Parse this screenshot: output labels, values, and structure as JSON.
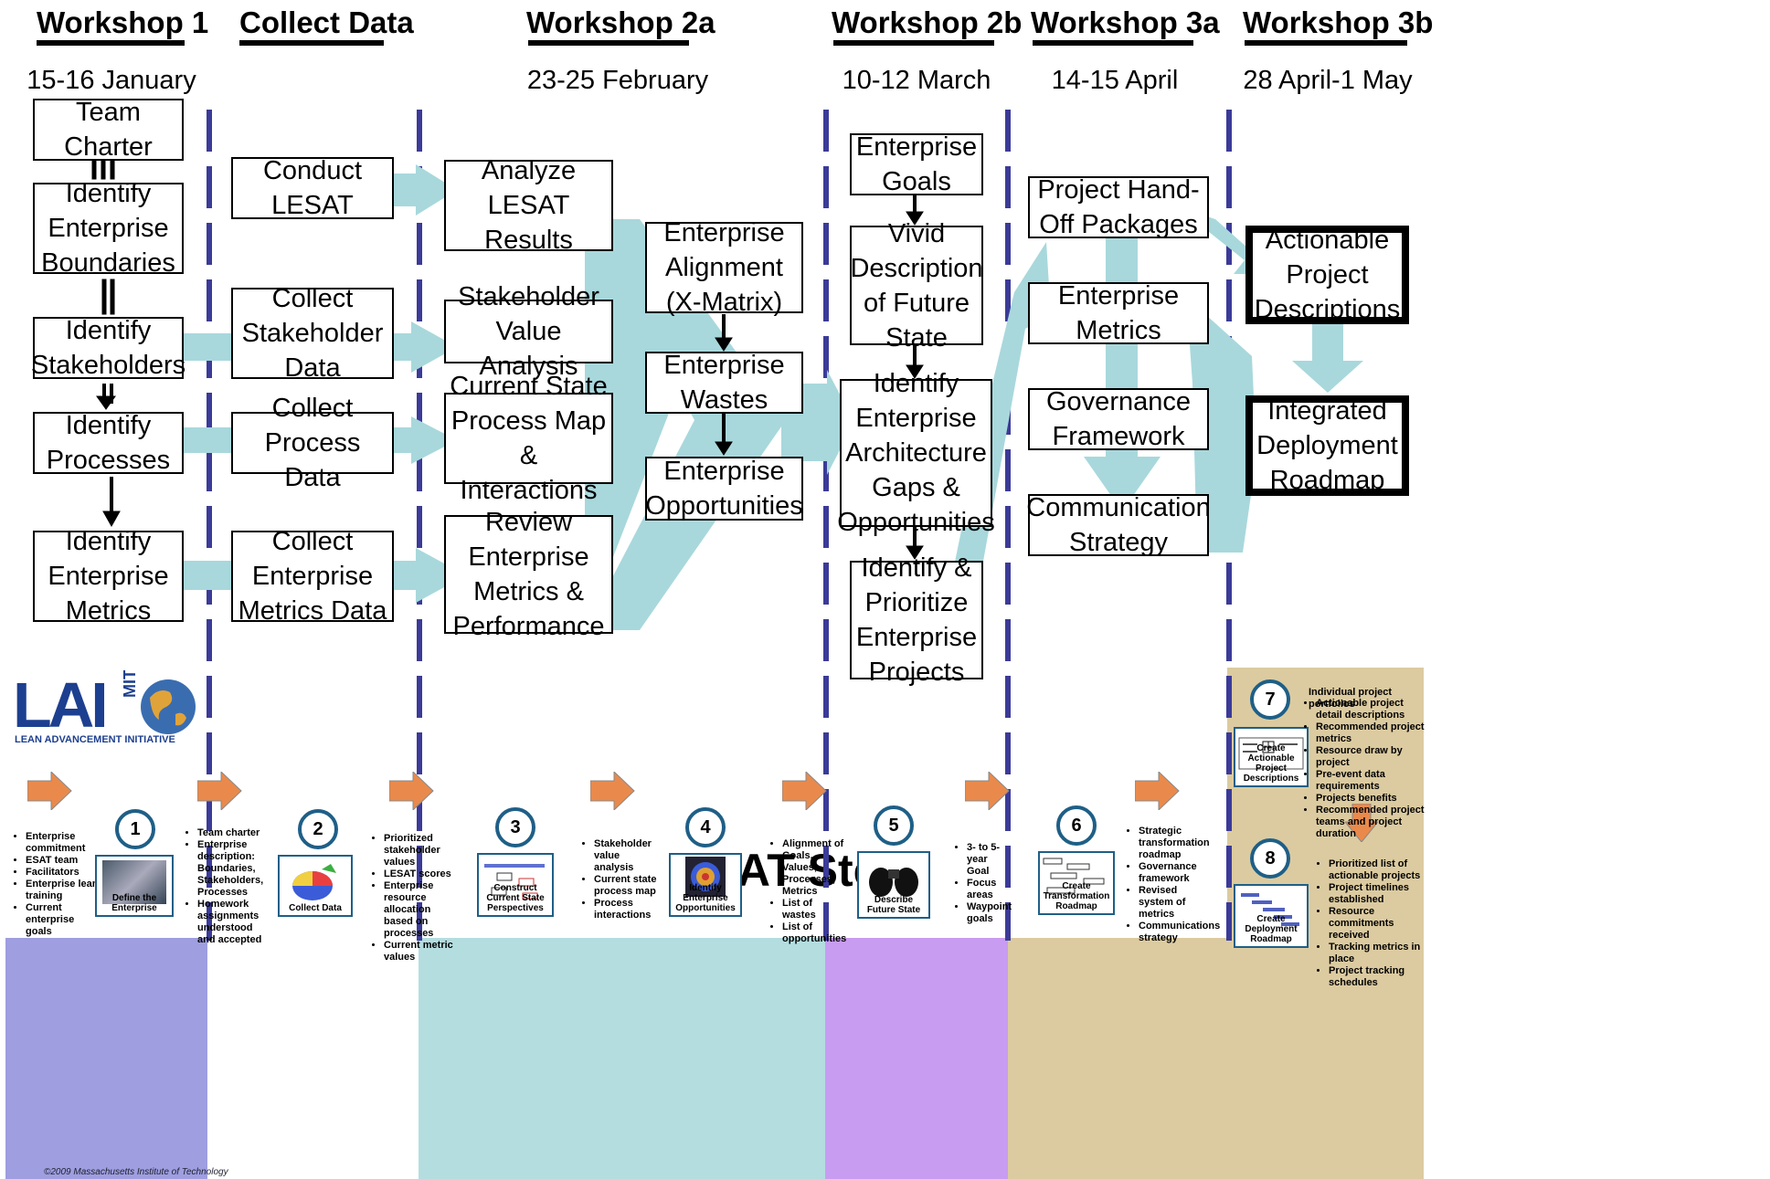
{
  "phases": [
    {
      "title": "Workshop 1",
      "date": "15-16 January"
    },
    {
      "title": "Collect Data",
      "date": ""
    },
    {
      "title": "Workshop 2a",
      "date": "23-25 February"
    },
    {
      "title": "Workshop 2b",
      "date": "10-12  March"
    },
    {
      "title": "Workshop 3a",
      "date": "14-15 April"
    },
    {
      "title": "Workshop 3b",
      "date": "28 April-1 May"
    }
  ],
  "boxes": {
    "team_charter": "Team\nCharter",
    "identify_boundaries": "Identify\nEnterprise\nBoundaries",
    "identify_stakeholders": "Identify\nStakeholders",
    "identify_processes": "Identify\nProcesses",
    "identify_metrics": "Identify\nEnterprise\nMetrics",
    "conduct_lesat": "Conduct\nLESAT",
    "collect_stakeholder": "Collect\nStakeholder\nData",
    "collect_process": "Collect\nProcess Data",
    "collect_metrics": "Collect\nEnterprise\nMetrics Data",
    "analyze_lesat": "Analyze\nLESAT\nResults",
    "stakeholder_value": "Stakeholder\nValue Analysis",
    "current_state": "Current State\nProcess Map\n& Interactions",
    "review_metrics": "Review\nEnterprise\nMetrics &\nPerformance",
    "alignment": "Enterprise\nAlignment\n(X-Matrix)",
    "wastes": "Enterprise\nWastes",
    "opportunities": "Enterprise\nOpportunities",
    "goals": "Enterprise\nGoals",
    "vivid": "Vivid\nDescription\nof Future\nState",
    "arch_gaps": "Identify\nEnterprise\nArchitecture\nGaps &\nOpportunities",
    "prioritize": "Identify &\nPrioritize\nEnterprise\nProjects",
    "handoff": "Project Hand-\nOff Packages",
    "ent_metrics": "Enterprise\nMetrics",
    "governance": "Governance\nFramework",
    "communication": "Communication\nStrategy",
    "actionable": "Actionable\nProject\nDescriptions",
    "roadmap": "Integrated\nDeployment\nRoadmap"
  },
  "logo": {
    "text": "LAI",
    "mit": "MIT",
    "tagline": "LEAN ADVANCEMENT INITIATIVE"
  },
  "esat_title": "ESAT Steps",
  "steps": [
    {
      "num": "1",
      "caption": "Define the Enterprise",
      "bullets": [
        "Enterprise commitment",
        "ESAT team",
        "Facilitators",
        "Enterprise lean training",
        "Current enterprise goals"
      ]
    },
    {
      "num": "2",
      "caption": "Collect Data",
      "bullets": [
        "Team charter",
        "Enterprise description: Boundaries, Stakeholders, Processes",
        "Homework assignments understood and accepted"
      ]
    },
    {
      "num": "3",
      "caption": "Construct Current State Perspectives",
      "bullets": [
        "Prioritized stakeholder values",
        "LESAT scores",
        "Enterprise resource allocation based on processes",
        "Current metric values"
      ]
    },
    {
      "num": "4",
      "caption": "Identify Enterprise Opportunities",
      "bullets": [
        "Stakeholder value analysis",
        "Current state process map",
        "Process interactions"
      ]
    },
    {
      "num": "5",
      "caption": "Describe Future State",
      "bullets": [
        "Alignment of Goals, Values, Processes, Metrics",
        "List of wastes",
        "List of opportunities"
      ]
    },
    {
      "num": "6",
      "caption": "Create Transformation Roadmap",
      "bullets": [
        "3- to 5-year Goal",
        "Focus areas",
        "Waypoint goals"
      ]
    },
    {
      "num": "7",
      "caption": "Create Actionable Project Descriptions",
      "bullets": [
        "Strategic transformation roadmap",
        "Governance framework",
        "Revised system of metrics",
        "Communications strategy"
      ]
    },
    {
      "num": "8",
      "caption": "Create Deployment Roadmap",
      "bullets": [
        "Individual project portfolios",
        "Actionable project detail descriptions",
        "Recommended project metrics",
        "Resource draw by project",
        "Pre-event data requirements",
        "Projects benefits",
        "Recommended project teams and project duration"
      ]
    }
  ],
  "step8_bullets": [
    "Prioritized list of actionable projects",
    "Project timelines established",
    "Resource commitments received",
    "Tracking metrics in place",
    "Project tracking schedules"
  ],
  "step7_heading": "Individual project portfolios",
  "copyright": "©2009 Massachusetts Institute of Technology",
  "colors": {
    "flow": "#a8d8dc",
    "divider": "#3b3b98",
    "band1": "#9e9ee0",
    "band3": "#b4dde0",
    "band5": "#c89cf0",
    "band6": "#dccba0",
    "step_circle": "#1f5f87",
    "orange_arrow": "#e98a4c"
  }
}
